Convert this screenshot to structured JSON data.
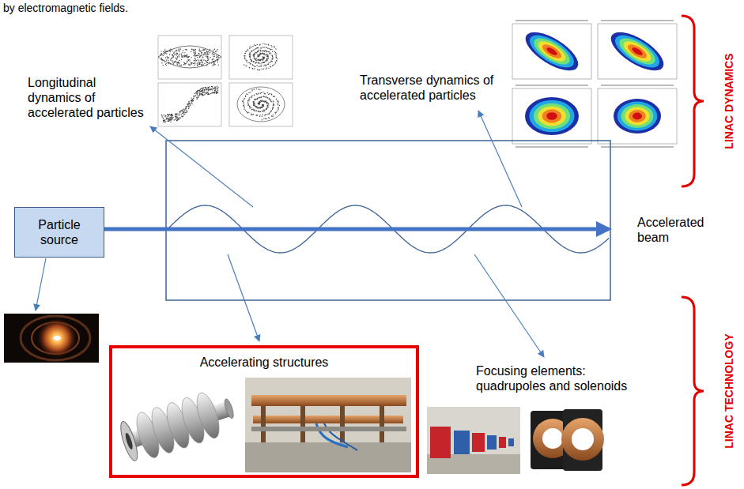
{
  "diagram": {
    "nodes": [
      {
        "text": [
          "Particle source"
        ]
      },
      {
        "text": [
          "Accelerating structures"
        ]
      }
    ],
    "labels": [
      "by electromagnetic fields.",
      "Longitudinal dynamics of accelerated particles",
      "Transverse dynamics of accelerated particles",
      "Accelerated beam",
      "Focusing elements: quadrupoles and solenoids",
      "LINAC DYNAMICS",
      "LINAC TECHNOLOGY"
    ]
  }
}
